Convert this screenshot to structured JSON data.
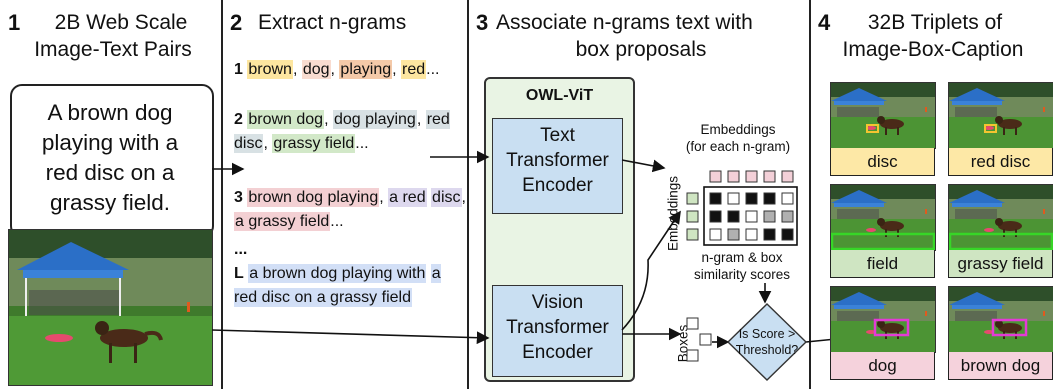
{
  "sections": [
    {
      "num": "1",
      "title_line1": "2B Web Scale",
      "title_line2": "Image-Text Pairs"
    },
    {
      "num": "2",
      "title_line1": "Extract n-grams"
    },
    {
      "num": "3",
      "title_line1": "Associate n-grams text with",
      "title_line2": "box proposals"
    },
    {
      "num": "4",
      "title_line1": "32B Triplets of",
      "title_line2": "Image-Box-Caption"
    }
  ],
  "caption": {
    "line1": "A brown dog",
    "line2": "playing with a",
    "line3": "red disc on a",
    "line4": "grassy field."
  },
  "ngrams": {
    "n1": {
      "label": "1",
      "items": [
        "brown",
        "dog",
        "playing",
        "red"
      ],
      "sep": ", ",
      "tail": "..."
    },
    "n2": {
      "label": "2",
      "a": "brown dog",
      "b": "dog playing",
      "c": "red disc",
      "d": "grassy field",
      "sep": ", ",
      "tail": "..."
    },
    "n3": {
      "label": "3",
      "a": "brown dog playing",
      "b1": "a red",
      "b2": "disc",
      "c": "a grassy field",
      "sep": ", ",
      "tail": "..."
    },
    "dots": "...",
    "nl": {
      "label": "L",
      "line1": "a brown dog playing with",
      "line2": "a red disc on a grassy field"
    }
  },
  "owl": {
    "title": "OWL-ViT",
    "text_encoder": [
      "Text",
      "Transformer",
      "Encoder"
    ],
    "vision_encoder": [
      "Vision",
      "Transformer",
      "Encoder"
    ]
  },
  "labels": {
    "embeddings_top1": "Embeddings",
    "embeddings_top2": "(for each n-gram)",
    "embeddings_side": "Embeddings",
    "boxes_side": "Boxes",
    "sim1": "n-gram & box",
    "sim2": "similarity scores",
    "decision1": "Is Score >",
    "decision2": "Threshold?"
  },
  "similarity_grid": [
    [
      "black",
      "white",
      "black",
      "black",
      "white"
    ],
    [
      "black",
      "black",
      "white",
      "gray",
      "gray"
    ],
    [
      "white",
      "gray",
      "white",
      "black",
      "black"
    ]
  ],
  "colors": {
    "yellow": "#fde6a0",
    "peach": "#f9dcd0",
    "orange": "#f4c9a8",
    "green": "#d2e8c8",
    "slate": "#d8e1e4",
    "pink": "#f3d0d3",
    "lavender": "#ddd8ee",
    "blue": "#d2dff6",
    "owl_bg": "#e9f4e4",
    "encoder": "#c9dff2",
    "grid_gray": "#b0b0b0"
  },
  "triplets": [
    {
      "label": "disc",
      "color": "#fde8a6"
    },
    {
      "label": "red disc",
      "color": "#fde8a6"
    },
    {
      "label": "field",
      "color": "#cfe5c2"
    },
    {
      "label": "grassy field",
      "color": "#cfe5c2"
    },
    {
      "label": "dog",
      "color": "#f5d2dc"
    },
    {
      "label": "brown dog",
      "color": "#f5d2dc"
    }
  ]
}
